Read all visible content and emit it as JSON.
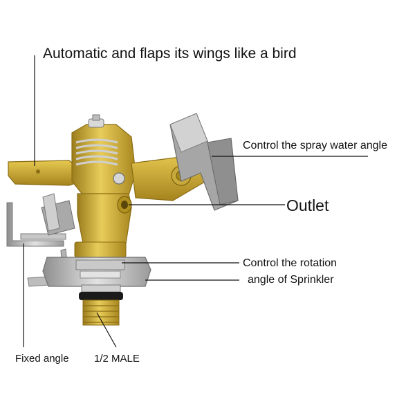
{
  "labels": {
    "wings": "Automatic and flaps its wings like a bird",
    "spray_angle": "Control the spray water angle",
    "outlet": "Outlet",
    "rotation_line1": "Control the rotation",
    "rotation_line2": "angle of Sprinkler",
    "fixed_angle": "Fixed angle",
    "male_thread": "1/2 MALE"
  },
  "colors": {
    "brass": "#d4b13a",
    "brass_dark": "#9c7d1d",
    "steel": "#b9b9b9",
    "steel_dark": "#8a8a8a",
    "leader_line": "#111111"
  }
}
